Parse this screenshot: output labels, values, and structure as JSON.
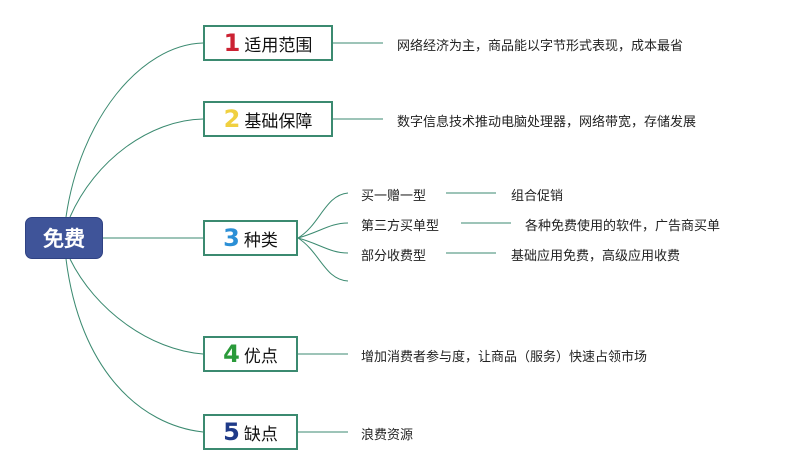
{
  "root": {
    "label": "免费"
  },
  "branches": [
    {
      "num": "1",
      "label": "适用范围",
      "color": "#cc2233",
      "details": [
        "网络经济为主，商品能以字节形式表现，成本最省"
      ]
    },
    {
      "num": "2",
      "label": "基础保障",
      "color": "#f0d040",
      "details": [
        "数字信息技术推动电脑处理器，网络带宽，存储发展"
      ]
    },
    {
      "num": "3",
      "label": "种类",
      "color": "#2b8fd6",
      "types": [
        {
          "name": "买一赠一型",
          "desc": "组合促销"
        },
        {
          "name": "第三方买单型",
          "desc": "各种免费使用的软件，广告商买单"
        },
        {
          "name": "部分收费型",
          "desc": "基础应用免费，高级应用收费"
        }
      ]
    },
    {
      "num": "4",
      "label": "优点",
      "color": "#2a9a3a",
      "details": [
        "增加消费者参与度，让商品（服务）快速占领市场"
      ]
    },
    {
      "num": "5",
      "label": "缺点",
      "color": "#1f3a88",
      "details": [
        "浪费资源"
      ]
    }
  ],
  "colors": {
    "link": "#3b8a70",
    "root_bg": "#3f5499",
    "root_text": "#ffffff"
  }
}
